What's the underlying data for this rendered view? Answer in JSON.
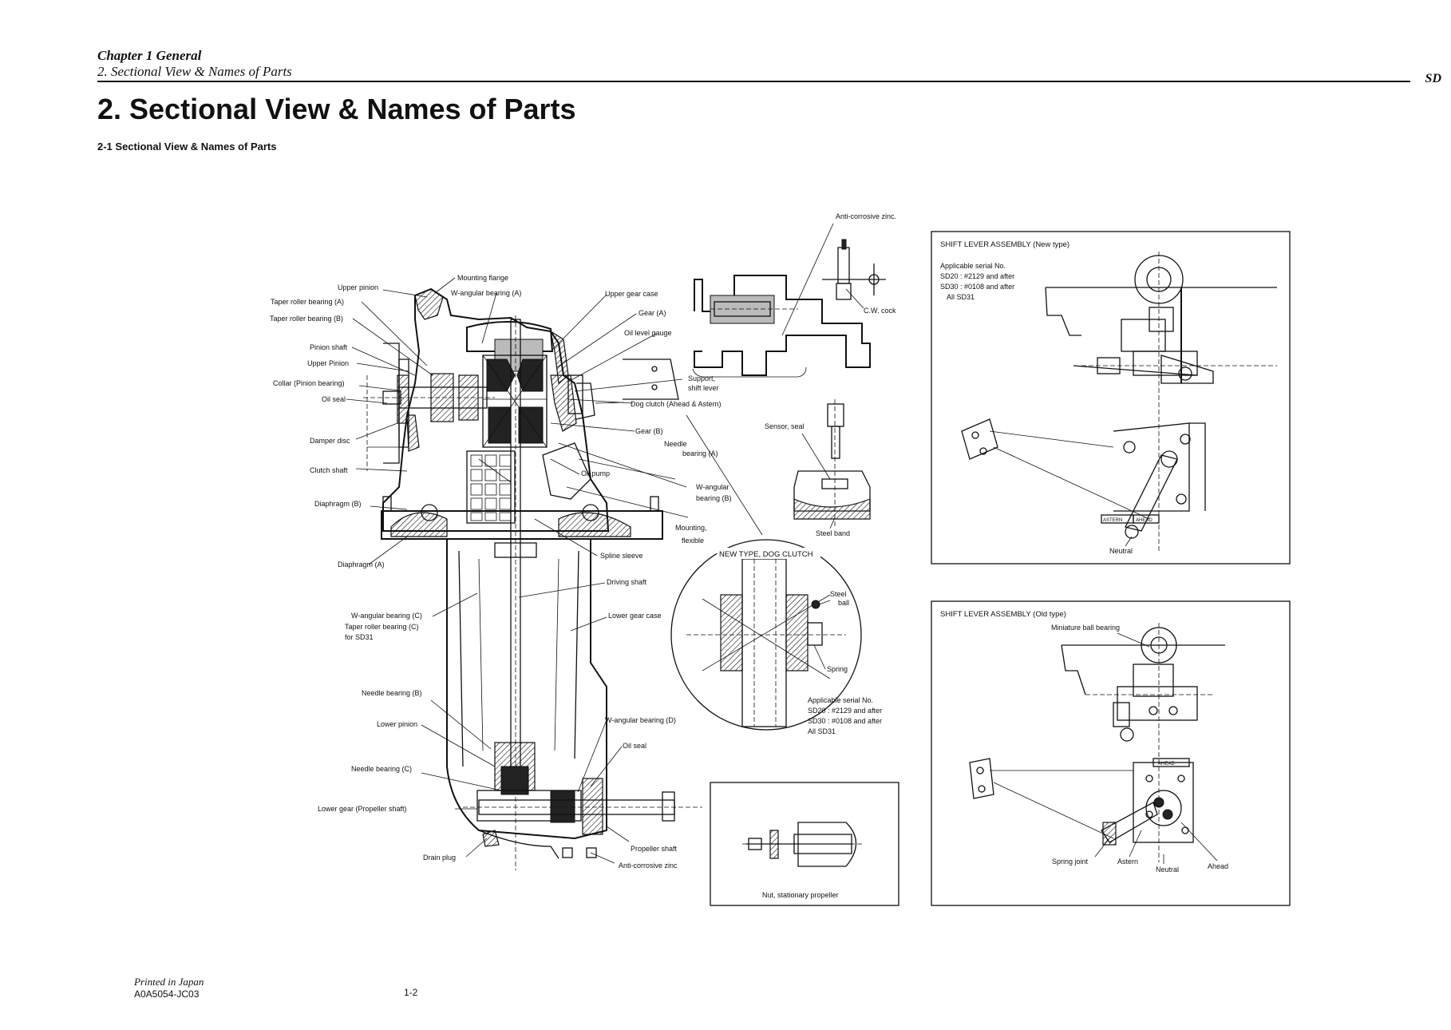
{
  "header": {
    "chapter": "Chapter 1 General",
    "section": "2. Sectional View & Names of Parts",
    "code": "SD"
  },
  "page_title": "2. Sectional View & Names of Parts",
  "subsection_title": "2-1 Sectional View & Names of Parts",
  "main_labels": {
    "upper_pinion_1": "Upper pinion",
    "taper_roller_a": "Taper roller bearing (A)",
    "taper_roller_b": "Taper roller bearing (B)",
    "pinion_shaft": "Pinion shaft",
    "upper_pinion_2": "Upper Pinion",
    "collar": "Collar (Pinion bearing)",
    "oil_seal_1": "Oil seal",
    "damper_disc": "Damper disc",
    "clutch_shaft": "Clutch shaft",
    "diaphragm_b": "Diaphragm (B)",
    "diaphragm_a": "Diaphragm (A)",
    "w_angular_c": "W-angular bearing (C)",
    "taper_roller_c": "Taper roller bearing (C)",
    "for_sd31": "for SD31",
    "needle_b": "Needle bearing (B)",
    "lower_pinion": "Lower pinion",
    "needle_c": "Needle bearing (C)",
    "lower_gear": "Lower gear (Propeller shaft)",
    "drain_plug": "Drain plug",
    "mounting_flange": "Mounting flange",
    "w_angular_a": "W-angular bearing (A)",
    "upper_gear_case": "Upper gear case",
    "gear_a": "Gear (A)",
    "oil_level_gauge": "Oil level gauge",
    "support_1": "Support,",
    "support_2": "shift lever",
    "dog_clutch": "Dog clutch (Ahead & Astern)",
    "gear_b": "Gear (B)",
    "needle_a_1": "Needle",
    "needle_a_2": "bearing (A)",
    "oil_pump": "Oil pump",
    "w_angular_b_1": "W-angular",
    "w_angular_b_2": "bearing (B)",
    "mounting_1": "Mounting,",
    "mounting_2": "flexible",
    "spline_sleeve": "Spline sleeve",
    "driving_shaft": "Driving shaft",
    "lower_gear_case": "Lower gear case",
    "w_angular_d": "W-angular bearing (D)",
    "oil_seal_2": "Oil seal",
    "propeller_shaft": "Propeller shaft",
    "anti_zinc_1": "Anti-corrosive zinc",
    "anti_zinc_top": "Anti-corrosive zinc.",
    "cw_cock": "C.W. cock",
    "sensor_seal": "Sensor, seal",
    "steel_band": "Steel band"
  },
  "dog_clutch_detail": {
    "title": "NEW TYPE, DOG CLUTCH",
    "steel_ball_1": "Steel",
    "steel_ball_2": "ball",
    "spring": "Spring",
    "serial_1": "Applicable serial No.",
    "serial_2": "SD20 : #2129 and after",
    "serial_3": "SD30 : #0108 and after",
    "serial_4": "All SD31"
  },
  "propeller_nut": {
    "label": "Nut, stationary propeller"
  },
  "shift_new": {
    "title": "SHIFT LEVER ASSEMBLY (New type)",
    "serial_1": "Applicable serial No.",
    "serial_2": "SD20 : #2129 and after",
    "serial_3": "SD30 : #0108 and after",
    "serial_4": "All SD31",
    "astern": "ASTERN",
    "ahead": "AHEAD",
    "neutral": "Neutral"
  },
  "shift_old": {
    "title": "SHIFT LEVER ASSEMBLY (Old type)",
    "miniature_bearing": "Miniature ball bearing",
    "ahead_tag": "AHEAD",
    "spring_joint": "Spring joint",
    "astern": "Astern",
    "neutral": "Neutral",
    "ahead": "Ahead"
  },
  "footer": {
    "printed": "Printed in Japan",
    "code": "A0A5054-JC03",
    "page": "1-2"
  }
}
